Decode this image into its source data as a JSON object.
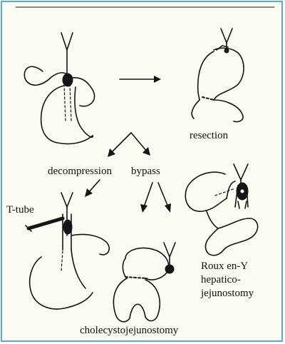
{
  "labels": {
    "resection": "resection",
    "decompression": "decompression",
    "bypass": "bypass",
    "t_tube": "T-tube",
    "roux_line1": "Roux en-Y",
    "roux_line2": "hepatico-",
    "roux_line3": "jejunostomy",
    "cholecystojejunostomy": "cholecystojejunostomy"
  }
}
